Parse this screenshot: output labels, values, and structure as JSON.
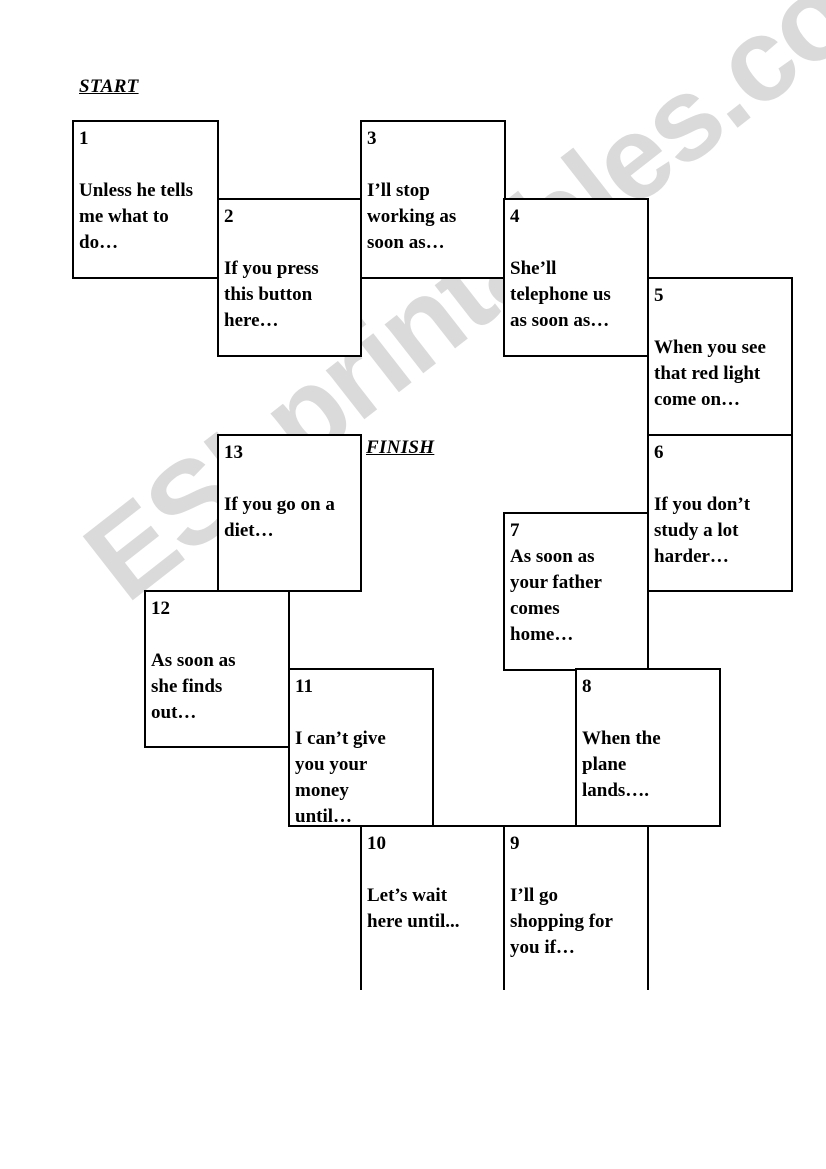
{
  "labels": {
    "start": "START",
    "finish": "FINISH"
  },
  "cells": [
    {
      "num": "1",
      "text": "Unless he tells\nme what to\ndo…"
    },
    {
      "num": "2",
      "text": "If you press\nthis button\nhere…"
    },
    {
      "num": "3",
      "text": "I’ll stop\nworking as\nsoon as…"
    },
    {
      "num": "4",
      "text": "She’ll\ntelephone us\nas soon as…"
    },
    {
      "num": "5",
      "text": "When you see\nthat red light\ncome on…"
    },
    {
      "num": "6",
      "text": "If you don’t\nstudy a lot\nharder…"
    },
    {
      "num": "7",
      "text": "As soon as\nyour father\ncomes\nhome…"
    },
    {
      "num": "8",
      "text": "When the\nplane\nlands…."
    },
    {
      "num": "9",
      "text": "I’ll go\nshopping for\nyou if…"
    },
    {
      "num": "10",
      "text": "Let’s wait\nhere until..."
    },
    {
      "num": "11",
      "text": "I can’t give\nyou your\nmoney\nuntil…"
    },
    {
      "num": "12",
      "text": "As soon as\nshe finds\nout…"
    },
    {
      "num": "13",
      "text": "If you go on a\ndiet…"
    }
  ],
  "watermark": "ESLprintables.com"
}
